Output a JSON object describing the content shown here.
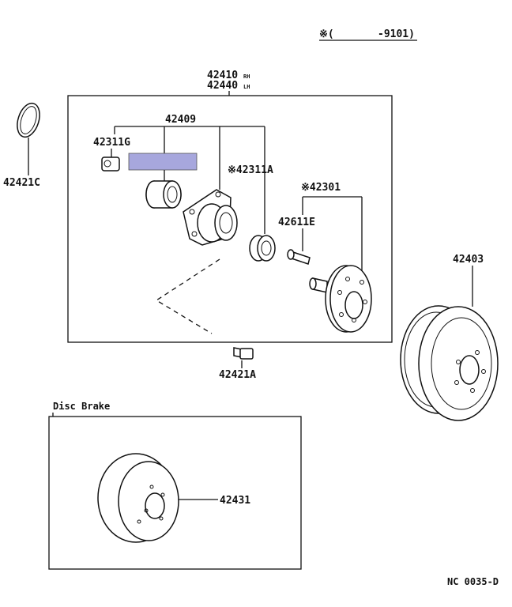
{
  "header": {
    "note_symbol": "※(",
    "note_range": "-9101)"
  },
  "labels": {
    "p42410": "42410",
    "p42410_suffix": "RH",
    "p42440": "42440",
    "p42440_suffix": "LH",
    "p42409": "42409",
    "p42311G": "42311G",
    "p42311A": "※42311A",
    "p42301": "※42301",
    "p42611E": "42611E",
    "p42421C": "42421C",
    "p42421A": "42421A",
    "p42403": "42403",
    "p42431": "42431"
  },
  "disc_brake_title": "Disc Brake",
  "footer_code": "NC 0035-D",
  "colors": {
    "highlight": "#a7a7dd",
    "line": "#111111"
  }
}
